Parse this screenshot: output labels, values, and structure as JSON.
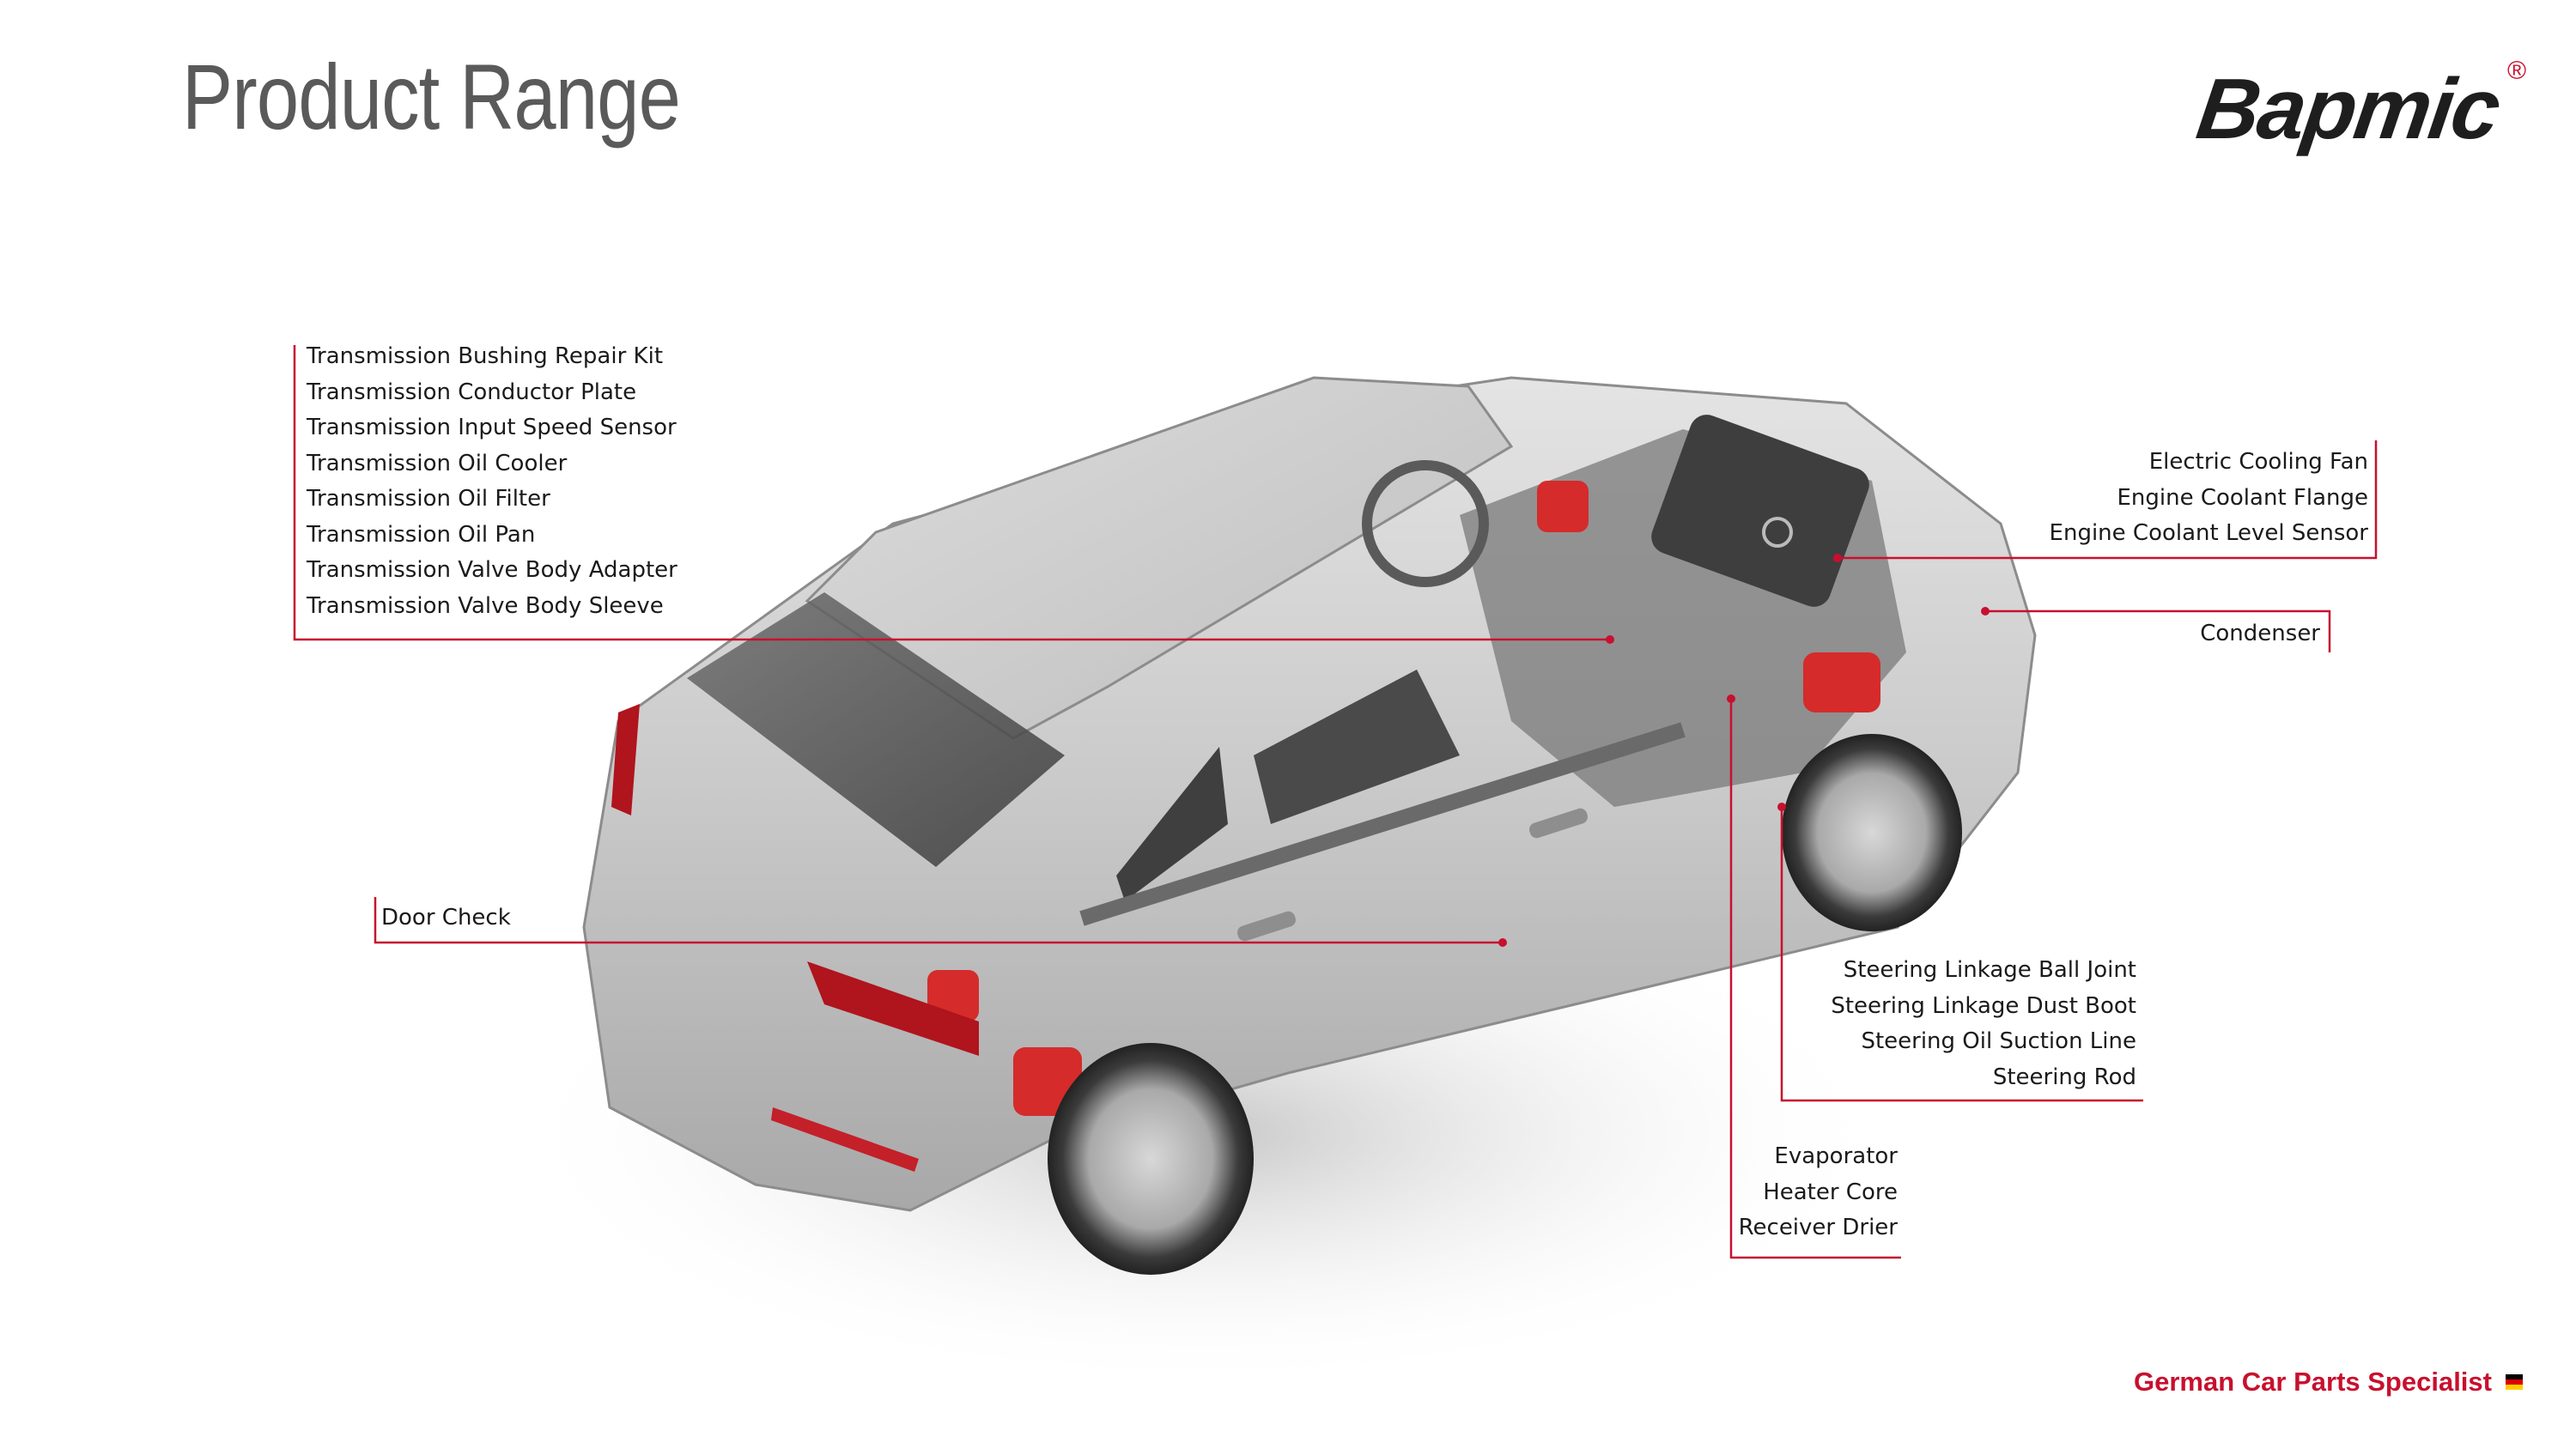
{
  "page": {
    "title": "Product Range",
    "tagline": "German Car Parts Specialist",
    "accent_color": "#c8102e"
  },
  "logo": {
    "text": "Bapmic",
    "registered_mark": "®"
  },
  "callouts": {
    "transmission": [
      "Transmission Bushing Repair Kit",
      "Transmission Conductor Plate",
      "Transmission Input Speed Sensor",
      "Transmission Oil Cooler",
      "Transmission Oil Filter",
      "Transmission Oil Pan",
      "Transmission Valve Body Adapter",
      "Transmission Valve Body Sleeve"
    ],
    "cooling": [
      "Electric Cooling Fan",
      "Engine Coolant Flange",
      "Engine Coolant Level Sensor"
    ],
    "condenser": [
      "Condenser"
    ],
    "door": [
      "Door Check"
    ],
    "steering": [
      "Steering Linkage Ball Joint",
      "Steering Linkage Dust Boot",
      "Steering Oil Suction Line",
      "Steering Rod"
    ],
    "hvac": [
      "Evaporator",
      "Heater Core",
      "Receiver Drier"
    ]
  },
  "icons": {
    "flag": "germany-flag-icon",
    "car": "car-cutaway-illustration"
  }
}
